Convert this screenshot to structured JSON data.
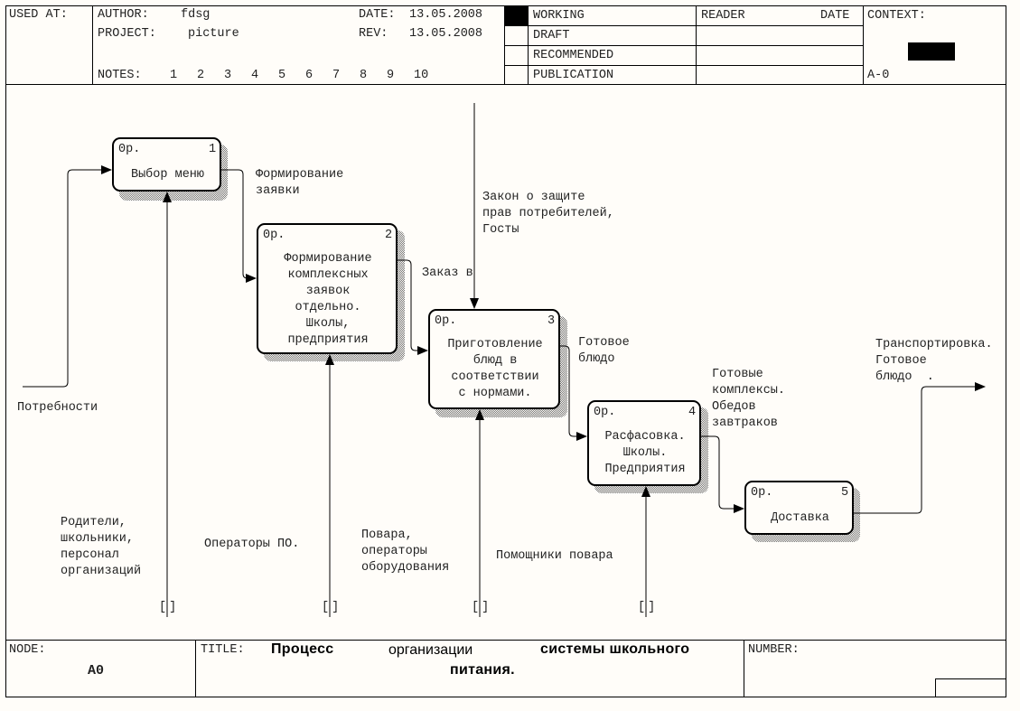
{
  "header": {
    "used_at_label": "USED AT:",
    "author_label": "AUTHOR:",
    "author": "fdsg",
    "project_label": "PROJECT:",
    "project": "picture",
    "date_label": "DATE:",
    "date": "13.05.2008",
    "rev_label": "REV:",
    "rev": "13.05.2008",
    "notes_label": "NOTES:",
    "notes": [
      "1",
      "2",
      "3",
      "4",
      "5",
      "6",
      "7",
      "8",
      "9",
      "10"
    ],
    "status": [
      {
        "label": "WORKING",
        "selected": true
      },
      {
        "label": "DRAFT",
        "selected": false
      },
      {
        "label": "RECOMMENDED",
        "selected": false
      },
      {
        "label": "PUBLICATION",
        "selected": false
      }
    ],
    "reader_label": "READER",
    "reader_date_label": "DATE",
    "context_label": "CONTEXT:",
    "context_node": "A-0"
  },
  "diagram": {
    "boxes": [
      {
        "id": "1",
        "cost": "0р.",
        "label": "Выбор меню"
      },
      {
        "id": "2",
        "cost": "0р.",
        "label": "Формирование\nкомплексных\nзаявок\nотдельно.\nШколы,\nпредприятия"
      },
      {
        "id": "3",
        "cost": "0р.",
        "label": "Приготовление\nблюд в\nсоответствии\nс нормами."
      },
      {
        "id": "4",
        "cost": "0р.",
        "label": "Расфасовка.\nШколы.\nПредприятия"
      },
      {
        "id": "5",
        "cost": "0р.",
        "label": "Доставка"
      }
    ],
    "arrows": {
      "input_needs": "Потребности",
      "request_forming": "Формирование\nзаявки",
      "order": "Заказ в",
      "law": "Закон о защите\nправ потребителей,\nГосты",
      "ready_dish": "Готовое\nблюдо",
      "ready_sets": "Готовые\nкомплексы.\nОбедов\nзавтраков",
      "output_transport": "Транспортировка.\nГотовое\nблюдо  .",
      "mech_parents": "Родители,\nшкольники,\nперсонал\nорганизаций",
      "mech_operators": "Операторы ПО.",
      "mech_cooks": "Повара,\nоператоры\nоборудования",
      "mech_helpers": "Помощники повара",
      "tunnel": "[]"
    }
  },
  "footer": {
    "node_label": "NODE:",
    "node": "A0",
    "title_label": "TITLE:",
    "title_line1_a": "Процесс",
    "title_line1_b": "организации",
    "title_line1_c": "системы школьного",
    "title_line2": "питания.",
    "number_label": "NUMBER:"
  }
}
